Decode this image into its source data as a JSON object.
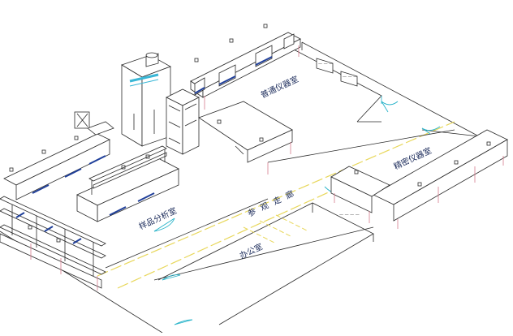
{
  "rooms": {
    "general_instrument": "普通仪器室",
    "precision_instrument": "精密仪器室",
    "sample_prep": "样品分析室",
    "corridor": "参 观 走 廊",
    "office": "办公室"
  },
  "signs": {
    "sign_a": "— — —",
    "sign_b": "— — —",
    "corridor_sign": "— — — —"
  },
  "colors": {
    "line": "#2a2a2a",
    "bench_blue": "#1f3f9a",
    "door_cyan": "#27b3c9",
    "corridor_yellow": "#e8d75a",
    "leg_pink": "#d67a8c",
    "hood_cyan": "#3ab7d6"
  }
}
